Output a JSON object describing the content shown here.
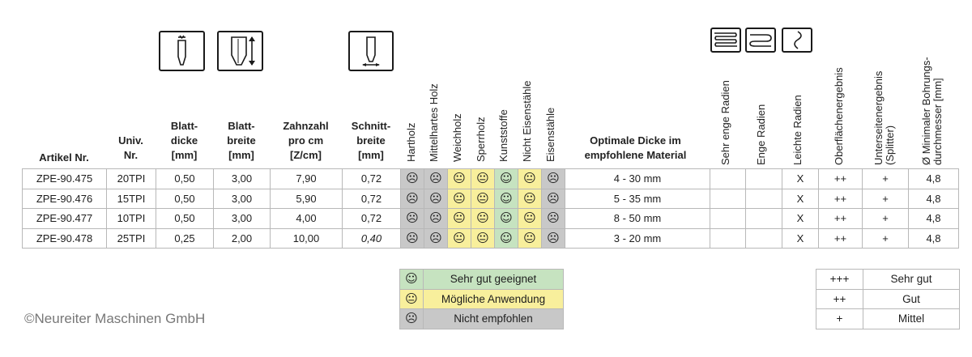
{
  "headers": {
    "artikel": "Artikel Nr.",
    "univ_1": "Univ.",
    "univ_2": "Nr.",
    "blattdicke_1": "Blatt-",
    "blattdicke_2": "dicke",
    "blattdicke_3": "[mm]",
    "blattbreite_1": "Blatt-",
    "blattbreite_2": "breite",
    "blattbreite_3": "[mm]",
    "zahnzahl_1": "Zahnzahl",
    "zahnzahl_2": "pro cm",
    "zahnzahl_3": "[Z/cm]",
    "schnitt_1": "Schnitt-",
    "schnitt_2": "breite",
    "schnitt_3": "[mm]",
    "materials": [
      "Hartholz",
      "Mittelhartes Holz",
      "Weichholz",
      "Sperrholz",
      "Kunststoffe",
      "Nicht Eisenstähle",
      "Eisenstähle"
    ],
    "optimal_1": "Optimale Dicke im",
    "optimal_2": "empfohlene Material",
    "radien": [
      "Sehr enge Radien",
      "Enge Radien",
      "Leichte Radien"
    ],
    "oberflaeche": "Oberflächenergebnis",
    "unterseite_1": "Unterseitenergebnis",
    "unterseite_2": "(Splitter)",
    "bohrung_1": "Ø Minimaler Bohrungs-",
    "bohrung_2": "durchmesser [mm]"
  },
  "rows": [
    {
      "artikel": "ZPE-90.475",
      "univ": "20TPI",
      "dicke": "0,50",
      "breite": "3,00",
      "zahnzahl": "7,90",
      "schnitt": "0,72",
      "schnitt_italic": false,
      "materials": [
        "red",
        "red",
        "yellow",
        "yellow",
        "green",
        "yellow",
        "red"
      ],
      "optimal": "4 - 30 mm",
      "sehr_eng": "",
      "eng": "",
      "leicht": "X",
      "oberflaeche": "++",
      "unterseite": "+",
      "bohrung": "4,8"
    },
    {
      "artikel": "ZPE-90.476",
      "univ": "15TPI",
      "dicke": "0,50",
      "breite": "3,00",
      "zahnzahl": "5,90",
      "schnitt": "0,72",
      "schnitt_italic": false,
      "materials": [
        "red",
        "red",
        "yellow",
        "yellow",
        "green",
        "yellow",
        "red"
      ],
      "optimal": "5 - 35 mm",
      "sehr_eng": "",
      "eng": "",
      "leicht": "X",
      "oberflaeche": "++",
      "unterseite": "+",
      "bohrung": "4,8"
    },
    {
      "artikel": "ZPE-90.477",
      "univ": "10TPI",
      "dicke": "0,50",
      "breite": "3,00",
      "zahnzahl": "4,00",
      "schnitt": "0,72",
      "schnitt_italic": false,
      "materials": [
        "red",
        "red",
        "yellow",
        "yellow",
        "green",
        "yellow",
        "red"
      ],
      "optimal": "8 - 50 mm",
      "sehr_eng": "",
      "eng": "",
      "leicht": "X",
      "oberflaeche": "++",
      "unterseite": "+",
      "bohrung": "4,8"
    },
    {
      "artikel": "ZPE-90.478",
      "univ": "25TPI",
      "dicke": "0,25",
      "breite": "2,00",
      "zahnzahl": "10,00",
      "schnitt": "0,40",
      "schnitt_italic": true,
      "materials": [
        "red",
        "red",
        "yellow",
        "yellow",
        "green",
        "yellow",
        "red"
      ],
      "optimal": "3 - 20 mm",
      "sehr_eng": "",
      "eng": "",
      "leicht": "X",
      "oberflaeche": "++",
      "unterseite": "+",
      "bohrung": "4,8"
    }
  ],
  "symbols": {
    "green": "☺",
    "yellow": "😐",
    "red": "☹"
  },
  "colors": {
    "green": "#c6e3c0",
    "yellow": "#f8ef9c",
    "red": "#c8c8c8"
  },
  "legend": [
    {
      "rating": "green",
      "label": "Sehr gut geeignet"
    },
    {
      "rating": "yellow",
      "label": "Mögliche Anwendung"
    },
    {
      "rating": "red",
      "label": "Nicht empfohlen"
    }
  ],
  "grades": [
    {
      "symbol": "+++",
      "label": "Sehr gut"
    },
    {
      "symbol": "++",
      "label": "Gut"
    },
    {
      "symbol": "+",
      "label": "Mittel"
    }
  ],
  "copyright": "©Neureiter Maschinen GmbH",
  "icons": [
    "blade-thickness-icon",
    "blade-width-icon",
    "kerf-width-icon",
    "very-tight-radius-icon",
    "tight-radius-icon",
    "light-radius-icon"
  ]
}
